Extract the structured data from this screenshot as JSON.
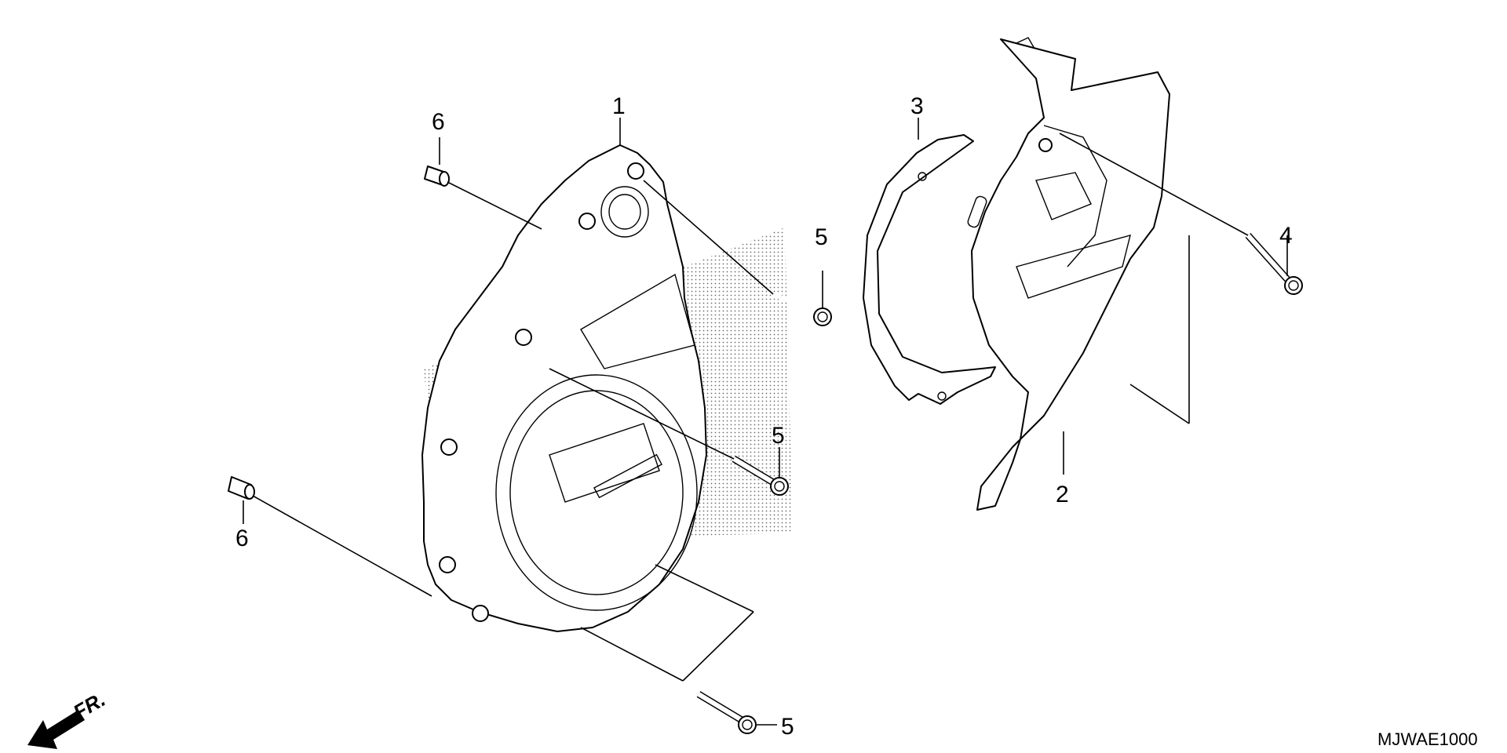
{
  "diagram": {
    "callouts": [
      {
        "id": "c1",
        "label": "1"
      },
      {
        "id": "c2",
        "label": "2"
      },
      {
        "id": "c3",
        "label": "3"
      },
      {
        "id": "c4",
        "label": "4"
      },
      {
        "id": "c5a",
        "label": "5"
      },
      {
        "id": "c5b",
        "label": "5"
      },
      {
        "id": "c5c",
        "label": "5"
      },
      {
        "id": "c6a",
        "label": "6"
      },
      {
        "id": "c6b",
        "label": "6"
      }
    ],
    "direction_label": "FR.",
    "diagram_code": "MJWAE1000"
  }
}
